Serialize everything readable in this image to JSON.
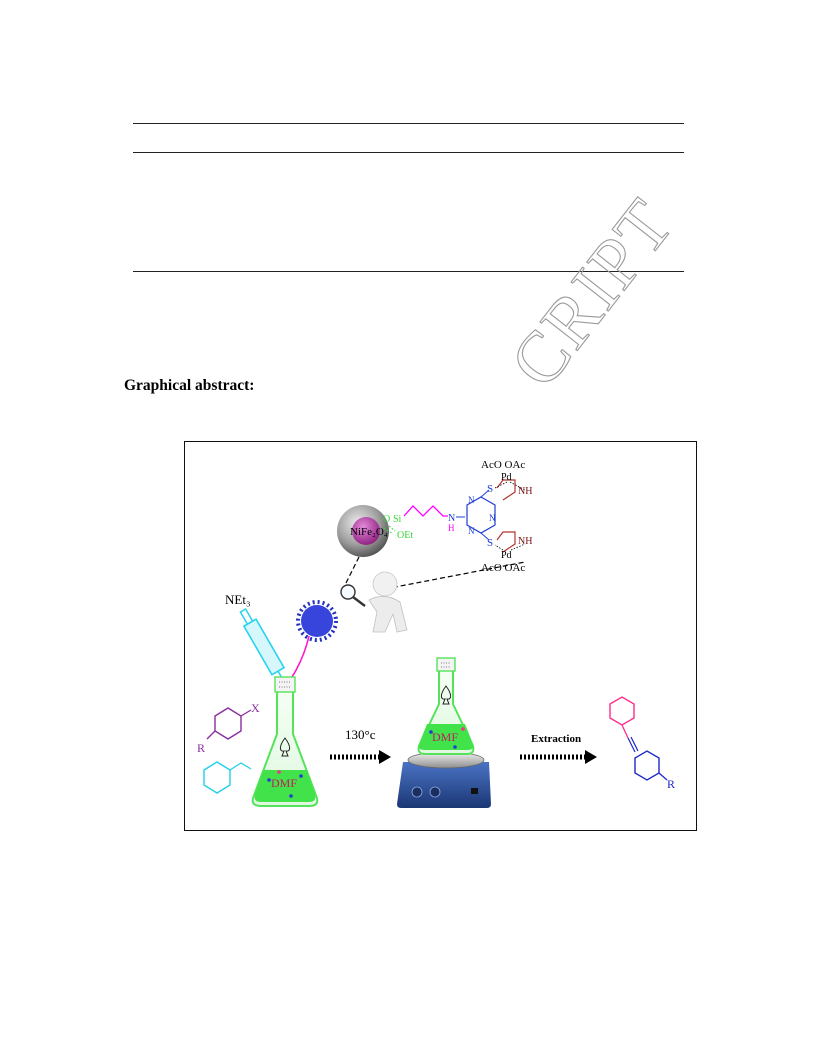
{
  "watermark": {
    "text": "CRIPT"
  },
  "section": {
    "heading": "Graphical abstract:"
  },
  "abstract": {
    "catalyst": {
      "core": "NiFe₂O₄",
      "silane_o": "O",
      "silane_si": "Si",
      "silane_oet": "OEt",
      "amine_n": "N",
      "amine_h": "H",
      "triazine_n": "N",
      "thio_s": "S",
      "thio_nh": "NH",
      "pd": "Pd",
      "acetate_top": "AcO  OAc",
      "acetate_bottom": "AcO  OAc"
    },
    "reagents": {
      "base": "NEt₃",
      "halide_x": "X",
      "halide_r": "R"
    },
    "flask_label": "DMF",
    "condition": "130°c",
    "workup": "Extraction",
    "product_r": "R",
    "colors": {
      "nanoparticle": "#8a8a8a",
      "core": "#b0289c",
      "linker": "#ff00ff",
      "silane": "#39d639",
      "triazine": "#1f3fd6",
      "thioether": "#b2352e",
      "nh": "#7a1010",
      "syringe": "#27d3f0",
      "arrow": "#ff18c8",
      "flask": "#56e35b",
      "halide": "#8a2d9e",
      "styrene": "#1ed0e8",
      "product_top": "#ff2d8a",
      "product_bottom": "#2028c8",
      "stirrer": "#2c4f95",
      "particle": "#2a36d8"
    }
  }
}
